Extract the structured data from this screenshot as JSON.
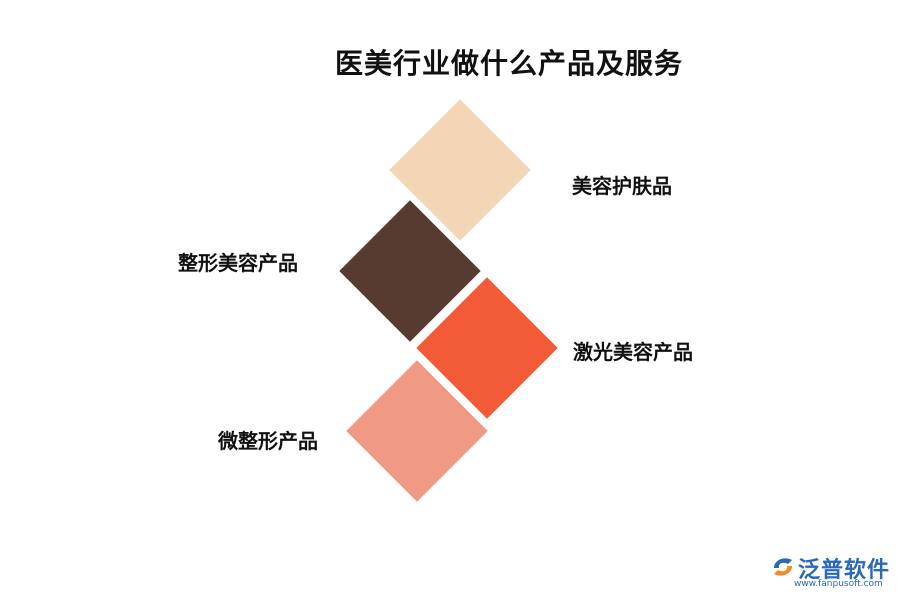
{
  "title": "医美行业做什么产品及服务",
  "items": [
    {
      "label": "美容护肤品",
      "color": "#f2d6b6"
    },
    {
      "label": "整形美容产品",
      "color": "#573a30"
    },
    {
      "label": "激光美容产品",
      "color": "#f25a38"
    },
    {
      "label": "微整形产品",
      "color": "#f09a86"
    }
  ],
  "logo": {
    "name": "泛普软件",
    "url": "www.fanpusoft.com"
  }
}
